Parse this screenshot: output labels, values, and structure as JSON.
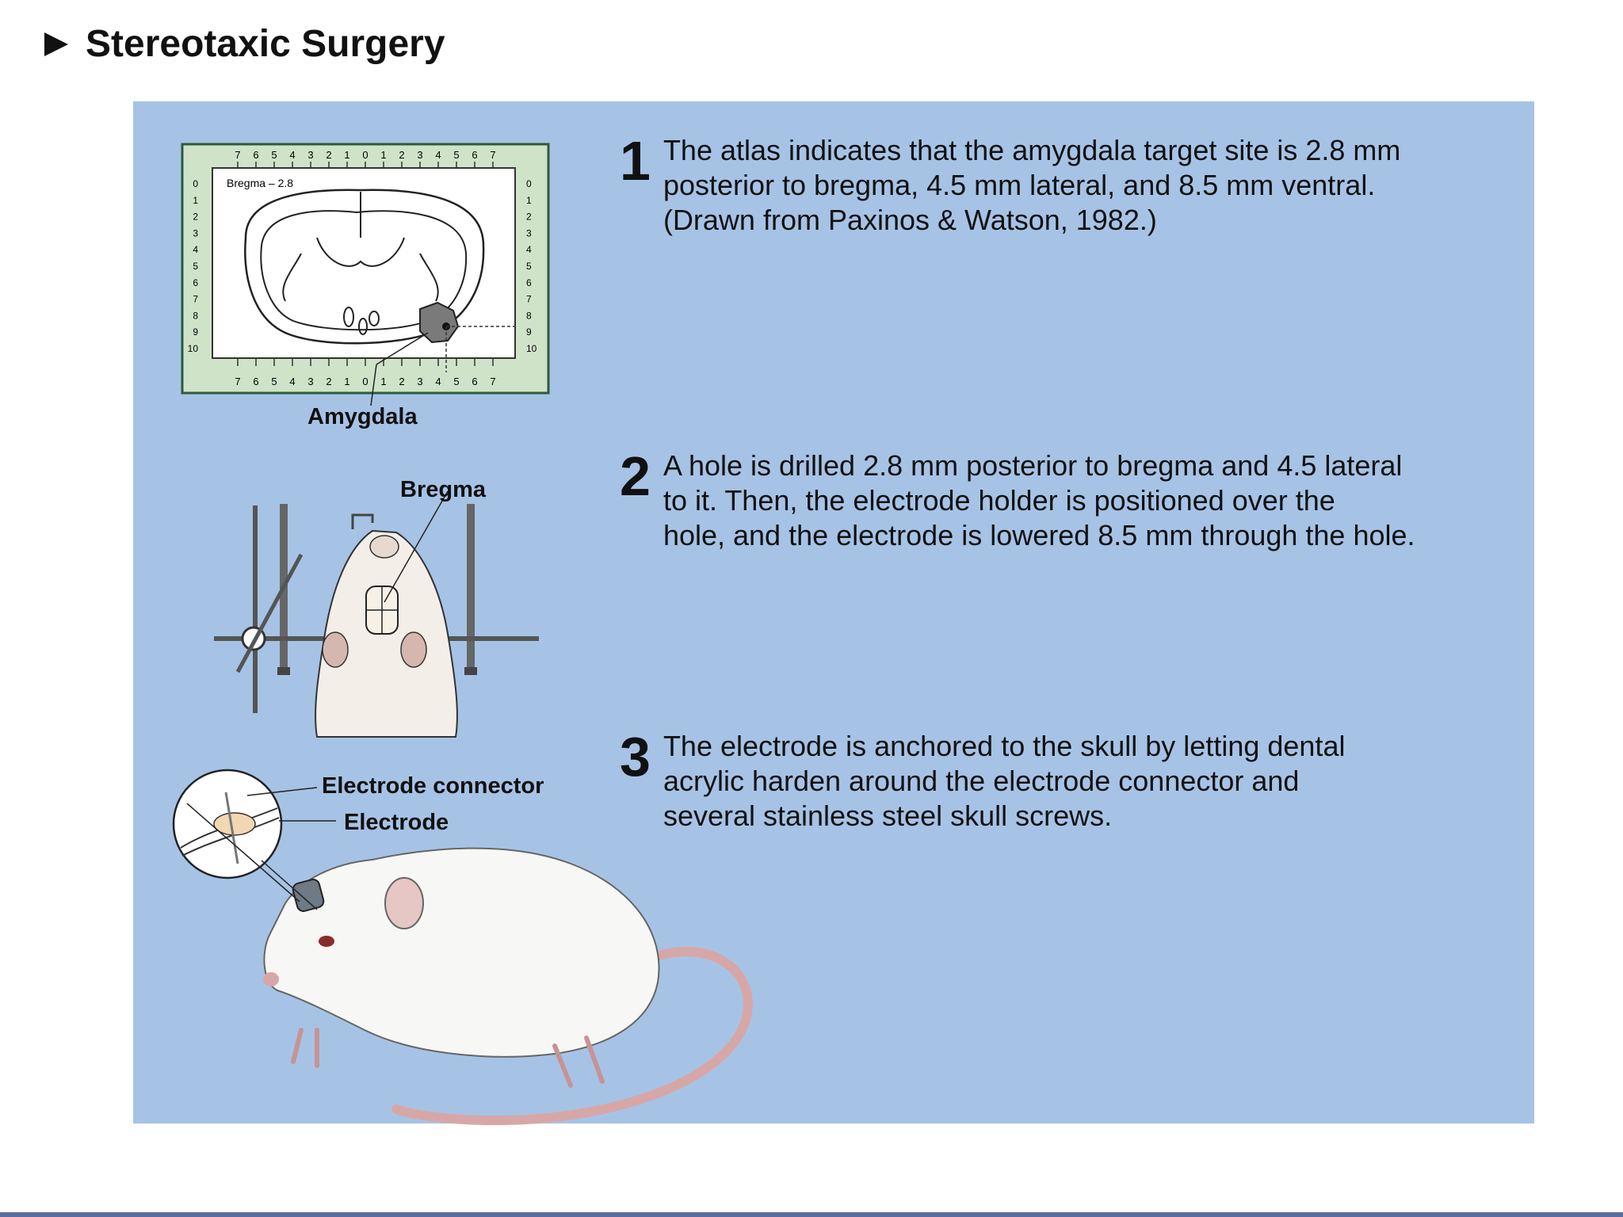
{
  "title": "Stereotaxic Surgery",
  "steps": [
    {
      "num": "1",
      "text": "The atlas indicates that the amygdala target site is 2.8 mm\nposterior to bregma, 4.5 mm lateral, and 8.5 mm ventral.\n(Drawn from Paxinos & Watson, 1982.)"
    },
    {
      "num": "2",
      "text": "A hole is drilled 2.8 mm posterior to bregma and 4.5 lateral\nto it.  Then, the electrode holder is positioned over the\nhole, and the electrode is lowered 8.5 mm through the hole."
    },
    {
      "num": "3",
      "text": "The electrode is anchored to the skull by letting dental\nacrylic harden around the electrode connector and\nseveral stainless steel skull screws."
    }
  ],
  "labels": {
    "atlas_caption": "Bregma – 2.8",
    "amygdala": "Amygdala",
    "bregma": "Bregma",
    "electrode_connector": "Electrode connector",
    "electrode": "Electrode"
  },
  "atlas": {
    "top_ticks": [
      "7",
      "6",
      "5",
      "4",
      "3",
      "2",
      "1",
      "0",
      "1",
      "2",
      "3",
      "4",
      "5",
      "6",
      "7"
    ],
    "side_ticks": [
      "0",
      "1",
      "2",
      "3",
      "4",
      "5",
      "6",
      "7",
      "8",
      "9",
      "10"
    ]
  },
  "colors": {
    "panel": "#a6c3e6",
    "atlas_frame": "#cfe3c9",
    "amygdala": "#7a7a7a"
  }
}
